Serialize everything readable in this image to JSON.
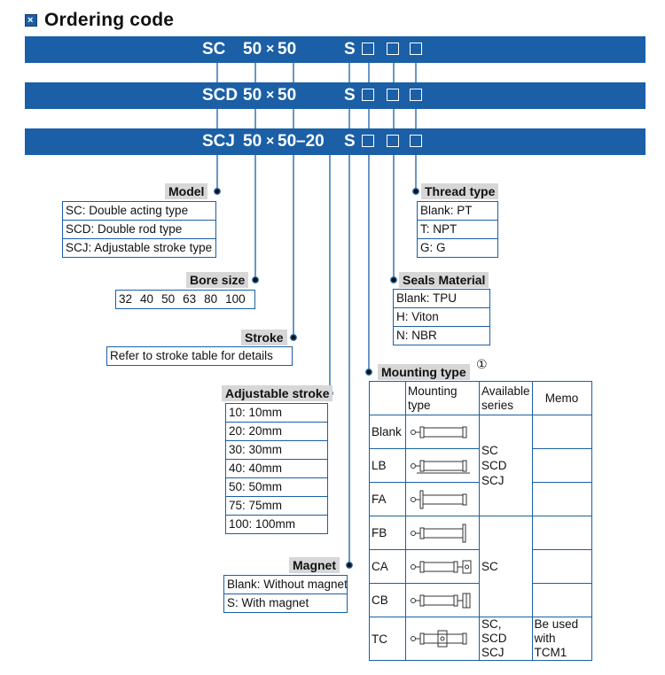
{
  "title": "Ordering code",
  "colors": {
    "bar": "#1b5fa6",
    "line": "#1b5fa6",
    "label_bg": "#d7d7d7"
  },
  "codes": [
    {
      "prefix": "SC",
      "bore": "50",
      "x": "×",
      "stroke": "50",
      "suffix": "",
      "s": "S"
    },
    {
      "prefix": "SCD",
      "bore": "50",
      "x": "×",
      "stroke": "50",
      "suffix": "",
      "s": "S"
    },
    {
      "prefix": "SCJ",
      "bore": "50",
      "x": "×",
      "stroke": "50",
      "suffix": "–20",
      "s": "S"
    }
  ],
  "model": {
    "label": "Model",
    "items": [
      "SC: Double acting type",
      "SCD: Double rod type",
      "SCJ: Adjustable stroke type"
    ]
  },
  "bore_size": {
    "label": "Bore size",
    "items": [
      "32",
      "40",
      "50",
      "63",
      "80",
      "100"
    ]
  },
  "stroke": {
    "label": "Stroke",
    "items": [
      "Refer to stroke table for details"
    ]
  },
  "adjustable_stroke": {
    "label": "Adjustable stroke",
    "items": [
      "10: 10mm",
      "20: 20mm",
      "30: 30mm",
      "40: 40mm",
      "50: 50mm",
      "75: 75mm",
      "100: 100mm"
    ]
  },
  "magnet": {
    "label": "Magnet",
    "items": [
      "Blank: Without magnet",
      "S: With magnet"
    ]
  },
  "thread_type": {
    "label": "Thread type",
    "items": [
      "Blank: PT",
      "T: NPT",
      "G: G"
    ]
  },
  "seals_material": {
    "label": "Seals Material",
    "items": [
      "Blank: TPU",
      "H: Viton",
      "N: NBR"
    ]
  },
  "mounting_type": {
    "label": "Mounting type",
    "note_mark": "①",
    "headers": {
      "mounting_l1": "Mounting",
      "mounting_l2": "type",
      "series_l1": "Available",
      "series_l2": "series",
      "memo": "Memo"
    },
    "rows": [
      "Blank",
      "LB",
      "FA",
      "FB",
      "CA",
      "CB",
      "TC"
    ],
    "series_group1": [
      "SC",
      "SCD",
      "SCJ"
    ],
    "series_group2": "SC",
    "series_tc": [
      "SC, SCD",
      "SCJ"
    ],
    "memo_tc": [
      "Be used",
      "with TCM1"
    ]
  }
}
